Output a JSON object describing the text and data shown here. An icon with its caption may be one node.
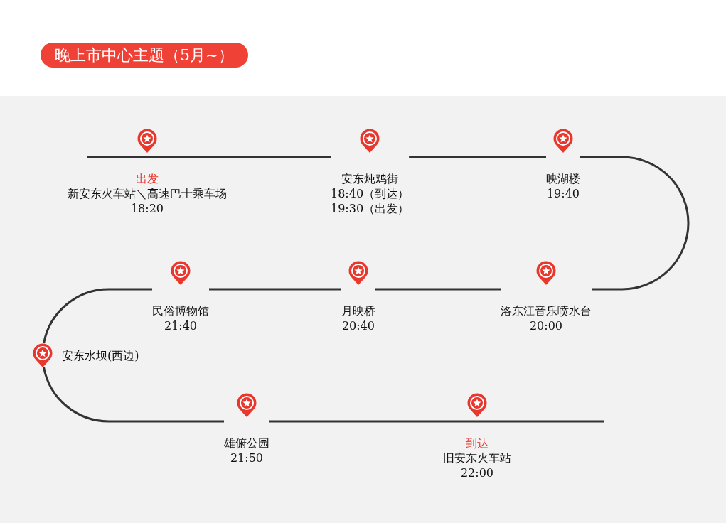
{
  "diagram": {
    "title": "晚上市中心主题（5月~）",
    "nodes": [
      {
        "text": [
          "出发",
          "新安东火车站＼高速巴士乘车场",
          "18:20"
        ]
      },
      {
        "text": [
          "安东炖鸡街",
          "18:40（到达）",
          "19:30（出发）"
        ]
      },
      {
        "text": [
          "映湖楼",
          "19:40"
        ]
      },
      {
        "text": [
          "洛东江音乐喷水台",
          "20:00"
        ]
      },
      {
        "text": [
          "月映桥",
          "20:40"
        ]
      },
      {
        "text": [
          "民俗博物馆",
          "21:40"
        ]
      },
      {
        "text": [
          "安东水坝(西边)"
        ]
      },
      {
        "text": [
          "雄俯公园",
          "21:50"
        ]
      },
      {
        "text": [
          "到达",
          "旧安东火车站",
          "22:00"
        ]
      }
    ],
    "edges": [
      {
        "from": 0,
        "to": 1,
        "arrow": "none"
      },
      {
        "from": 1,
        "to": 2,
        "arrow": "none"
      },
      {
        "from": 2,
        "to": 3,
        "arrow": "none"
      },
      {
        "from": 3,
        "to": 4,
        "arrow": "none"
      },
      {
        "from": 4,
        "to": 5,
        "arrow": "none"
      },
      {
        "from": 5,
        "to": 6,
        "arrow": "none"
      },
      {
        "from": 6,
        "to": 7,
        "arrow": "none"
      },
      {
        "from": 7,
        "to": 8,
        "arrow": "none"
      }
    ]
  }
}
